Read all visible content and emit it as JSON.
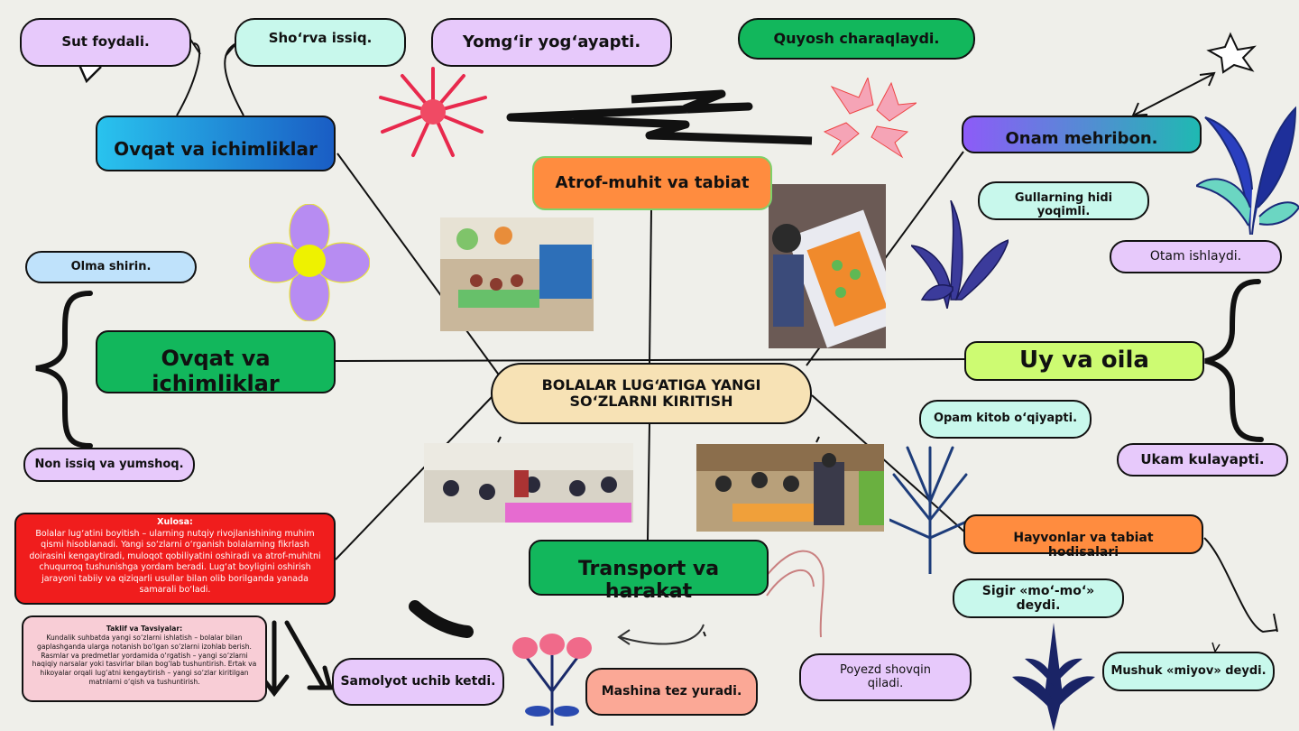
{
  "central": {
    "title": "BOLALAR LUG‘ATIGA YANGI SO‘ZLARNI KIRITISH"
  },
  "topics": {
    "food_top": "Ovqat va ichimliklar",
    "food_left": "Ovqat va ichimliklar",
    "nature": "Atrof-muhit va tabiat",
    "family": "Uy va oila",
    "transport": "Transport va harakat",
    "animals": "Hayvonlar va tabiat hodisalari"
  },
  "phrases": {
    "milk": "Sut foydali.",
    "soup": "Sho‘rva issiq.",
    "rain": "Yomg‘ir yog‘ayapti.",
    "sun": "Quyosh charaqlaydi.",
    "mother": "Onam mehribon.",
    "flowers": "Gullarning hidi yoqimli.",
    "father": "Otam ishlaydi.",
    "apple": "Olma shirin.",
    "bread": "Non issiq va yumshoq.",
    "sister": "Opam kitob o‘qiyapti.",
    "brother": "Ukam kulayapti.",
    "cow": "Sigir «mo‘-mo‘» deydi.",
    "cat": "Mushuk «miyov» deydi.",
    "train": "Poyezd shovqin qiladi.",
    "car": "Mashina tez yuradi.",
    "plane": "Samolyot uchib ketdi."
  },
  "conclusion": {
    "heading": "Xulosa:",
    "text": "Bolalar lug‘atini boyitish – ularning nutqiy rivojlanishining muhim qismi hisoblanadi. Yangi so‘zlarni o‘rganish bolalarning fikrlash doirasini kengaytiradi, muloqot qobiliyatini oshiradi va atrof-muhitni chuqurroq tushunishga yordam beradi. Lug‘at boyligini oshirish jarayoni tabiiy va qiziqarli usullar bilan olib borilganda yanada samarali bo‘ladi."
  },
  "suggestions": {
    "heading": "Taklif va Tavsiyalar:",
    "text": "Kundalik suhbatda yangi so‘zlarni ishlatish – bolalar bilan gaplashganda ularga notanish bo‘lgan so‘zlarni izohlab berish. Rasmlar va predmetlar yordamida o‘rgatish – yangi so‘zlarni haqiqiy narsalar yoki tasvirlar bilan bog‘lab tushuntirish. Ertak va hikoyalar orqali lug‘atni kengaytirish – yangi so‘zlar kiritilgan matnlarni o‘qish va tushuntirish."
  },
  "icons": [
    "speech-bubble-tail-icon",
    "starburst-icon",
    "star-outline-icon",
    "daisy-flower-icon",
    "pink-flower-icon",
    "leaf-plant-icon",
    "arrow-icon",
    "brace-icon",
    "scribble-icon"
  ],
  "colors": {
    "lavender": "#e7c9fb",
    "mint": "#c8f8ec",
    "green": "#12b75c",
    "lime": "#cdfb72",
    "orange": "#ff8c3f",
    "red": "#f01d1d",
    "salmon": "#fba896",
    "cream": "#f7e2b5"
  }
}
